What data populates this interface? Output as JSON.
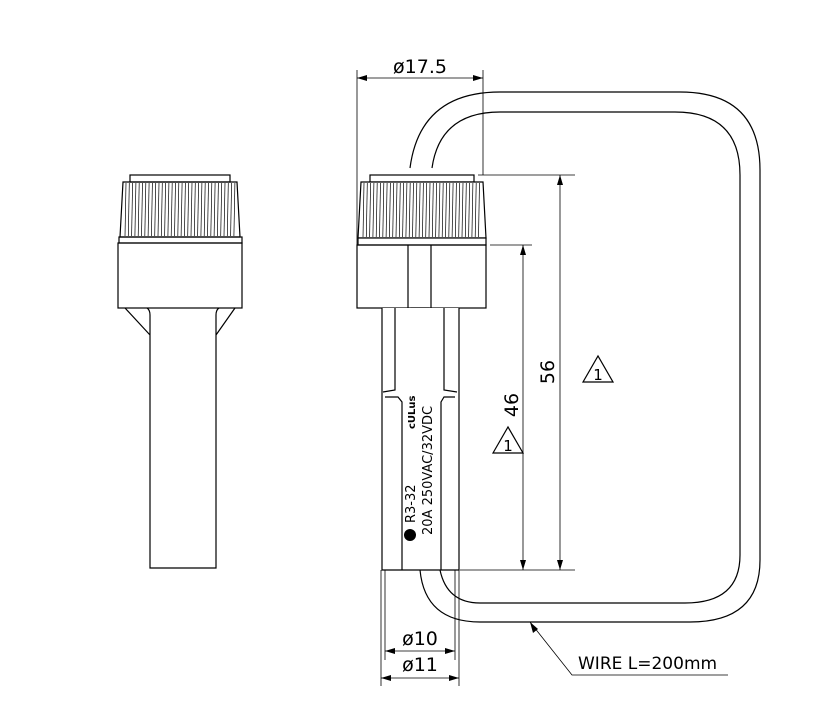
{
  "dimensions": {
    "cap_diameter": "ø17.5",
    "overall_length": "56",
    "body_length": "46",
    "inner_diameter": "ø10",
    "outer_diameter": "ø11"
  },
  "wire_label": "WIRE L=200mm",
  "note_marker": "1",
  "marking": {
    "model": "R3-32",
    "rating": "20A 250VAC/32VDC",
    "cert_logo": "cULus"
  }
}
